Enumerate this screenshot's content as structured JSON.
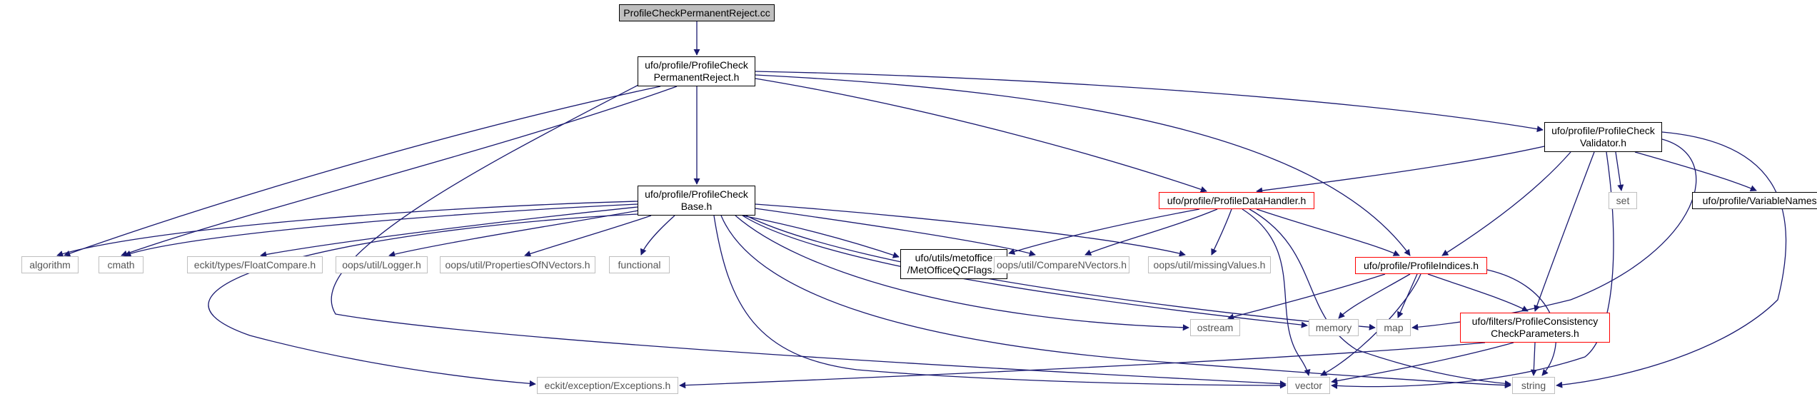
{
  "title": "ProfileCheckPermanentReject.cc",
  "colors": {
    "edge": "#191970",
    "red_border": "#ff0000",
    "gray_border": "#bfbfbf",
    "root_fill": "#bfbfbf"
  },
  "nodes": {
    "root": "ProfileCheckPermanentReject.cc",
    "permreject_h": [
      "ufo/profile/ProfileCheck",
      "PermanentReject.h"
    ],
    "base_h": [
      "ufo/profile/ProfileCheck",
      "Base.h"
    ],
    "validator_h": [
      "ufo/profile/ProfileCheck",
      "Validator.h"
    ],
    "datahandler_h": "ufo/profile/ProfileDataHandler.h",
    "indices_h": "ufo/profile/ProfileIndices.h",
    "variablenames_h": "ufo/profile/VariableNames.h",
    "metoffice_h": [
      "ufo/utils/metoffice",
      "/MetOfficeQCFlags.h"
    ],
    "consistency_h": [
      "ufo/filters/ProfileConsistency",
      "CheckParameters.h"
    ],
    "algorithm": "algorithm",
    "cmath": "cmath",
    "floatcompare": "eckit/types/FloatCompare.h",
    "logger": "oops/util/Logger.h",
    "propsofnvectors": "oops/util/PropertiesOfNVectors.h",
    "functional": "functional",
    "comparenvectors": "oops/util/CompareNVectors.h",
    "missingvalues": "oops/util/missingValues.h",
    "set": "set",
    "ostream": "ostream",
    "memory": "memory",
    "map": "map",
    "exceptions": "eckit/exception/Exceptions.h",
    "vector": "vector",
    "string": "string"
  }
}
